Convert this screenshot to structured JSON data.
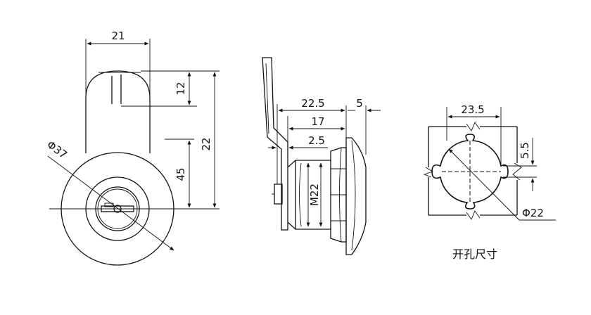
{
  "front_view": {
    "width": "21",
    "slot_depth": "12",
    "overall_length": "22",
    "face_height": "45",
    "diameter": "Φ37"
  },
  "side_view": {
    "length_outer": "22.5",
    "flange": "5",
    "length_mid": "17",
    "plate_thickness": "2.5",
    "thread": "M22"
  },
  "cutout_view": {
    "width": "23.5",
    "notch": "5.5",
    "diameter": "Φ22",
    "caption": "开孔尺寸"
  }
}
